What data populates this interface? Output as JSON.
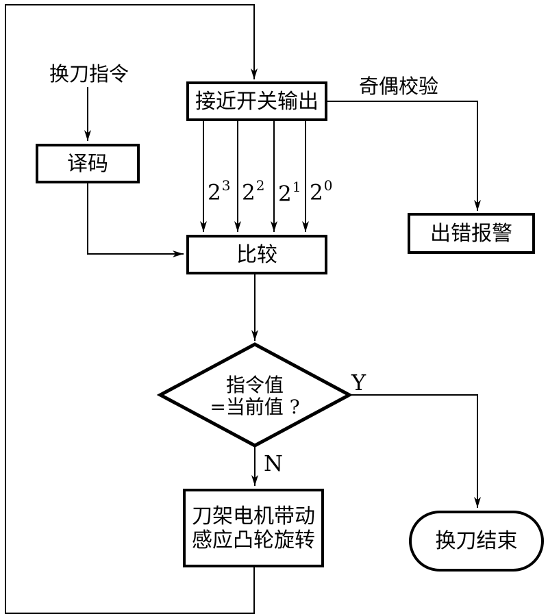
{
  "diagram": {
    "labels": {
      "tool_change_command": "换刀指令",
      "parity_check": "奇偶校验",
      "branch_yes": "Y",
      "branch_no": "N"
    },
    "nodes": {
      "decode": "译码",
      "proximity_switch_output": "接近开关输出",
      "error_alarm": "出错报警",
      "compare": "比较",
      "decision": {
        "line1": "指令值",
        "line2": "=当前值 ?"
      },
      "motor": {
        "line1": "刀架电机带动",
        "line2": "感应凸轮旋转"
      },
      "end": "换刀结束"
    },
    "bit_labels": [
      {
        "base": "2",
        "exponent": "3"
      },
      {
        "base": "2",
        "exponent": "2"
      },
      {
        "base": "2",
        "exponent": "1"
      },
      {
        "base": "2",
        "exponent": "0"
      }
    ],
    "colors": {
      "stroke": "#000000",
      "background": "#ffffff"
    }
  }
}
